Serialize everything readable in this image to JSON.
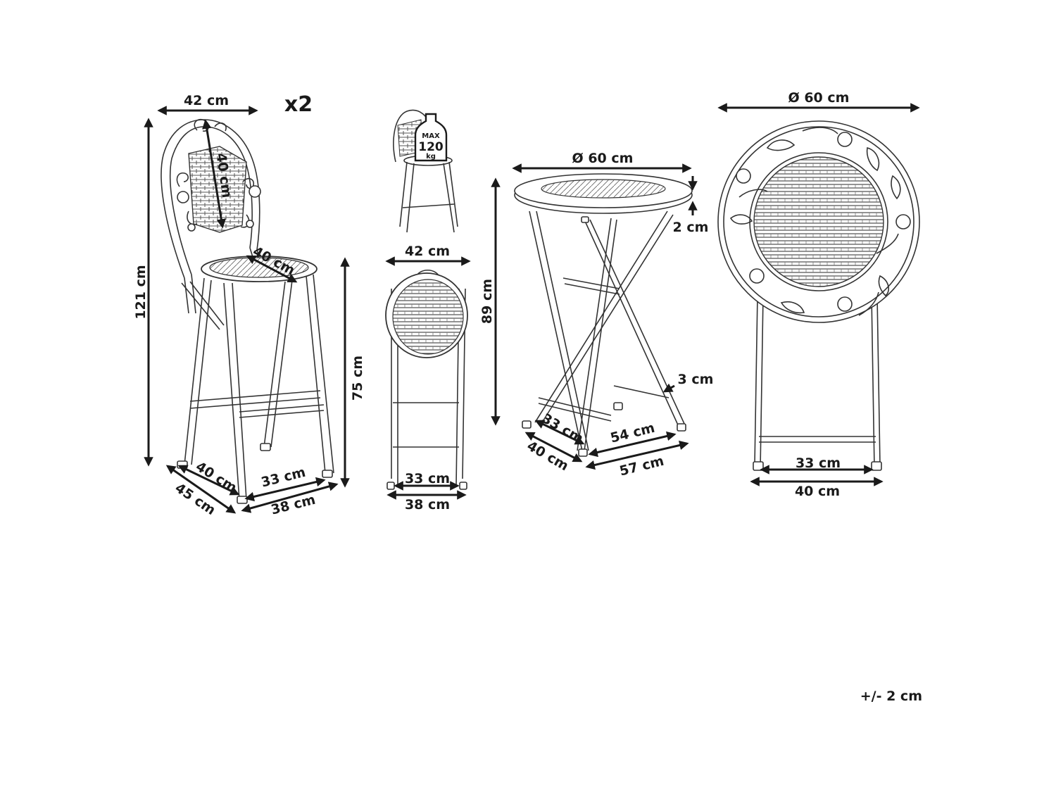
{
  "chair_view": {
    "width": "42 cm",
    "quantity": "x2",
    "backrest": "40 cm",
    "seat": "40 cm",
    "total_height": "121 cm",
    "seat_height": "75 cm",
    "depth_inner": "40 cm",
    "depth_outer": "45 cm",
    "base_inner": "33 cm",
    "base_outer": "38 cm"
  },
  "load_badge": {
    "line1": "MAX",
    "line2": "120",
    "line3": "kg"
  },
  "folded_chair": {
    "width": "42 cm",
    "base_inner": "33 cm",
    "base_outer": "38 cm"
  },
  "table_view": {
    "diameter": "Ø 60 cm",
    "top_thickness": "2 cm",
    "height": "89 cm",
    "leg": "3 cm",
    "depth_inner": "33 cm",
    "depth_outer": "40 cm",
    "base_inner": "54 cm",
    "base_outer": "57 cm"
  },
  "folded_table": {
    "diameter": "Ø 60 cm",
    "base_inner": "33 cm",
    "base_outer": "40 cm"
  },
  "tolerance": "+/- 2 cm",
  "colors": {
    "ink": "#1a1a1a",
    "line": "#333333",
    "background": "#ffffff"
  }
}
